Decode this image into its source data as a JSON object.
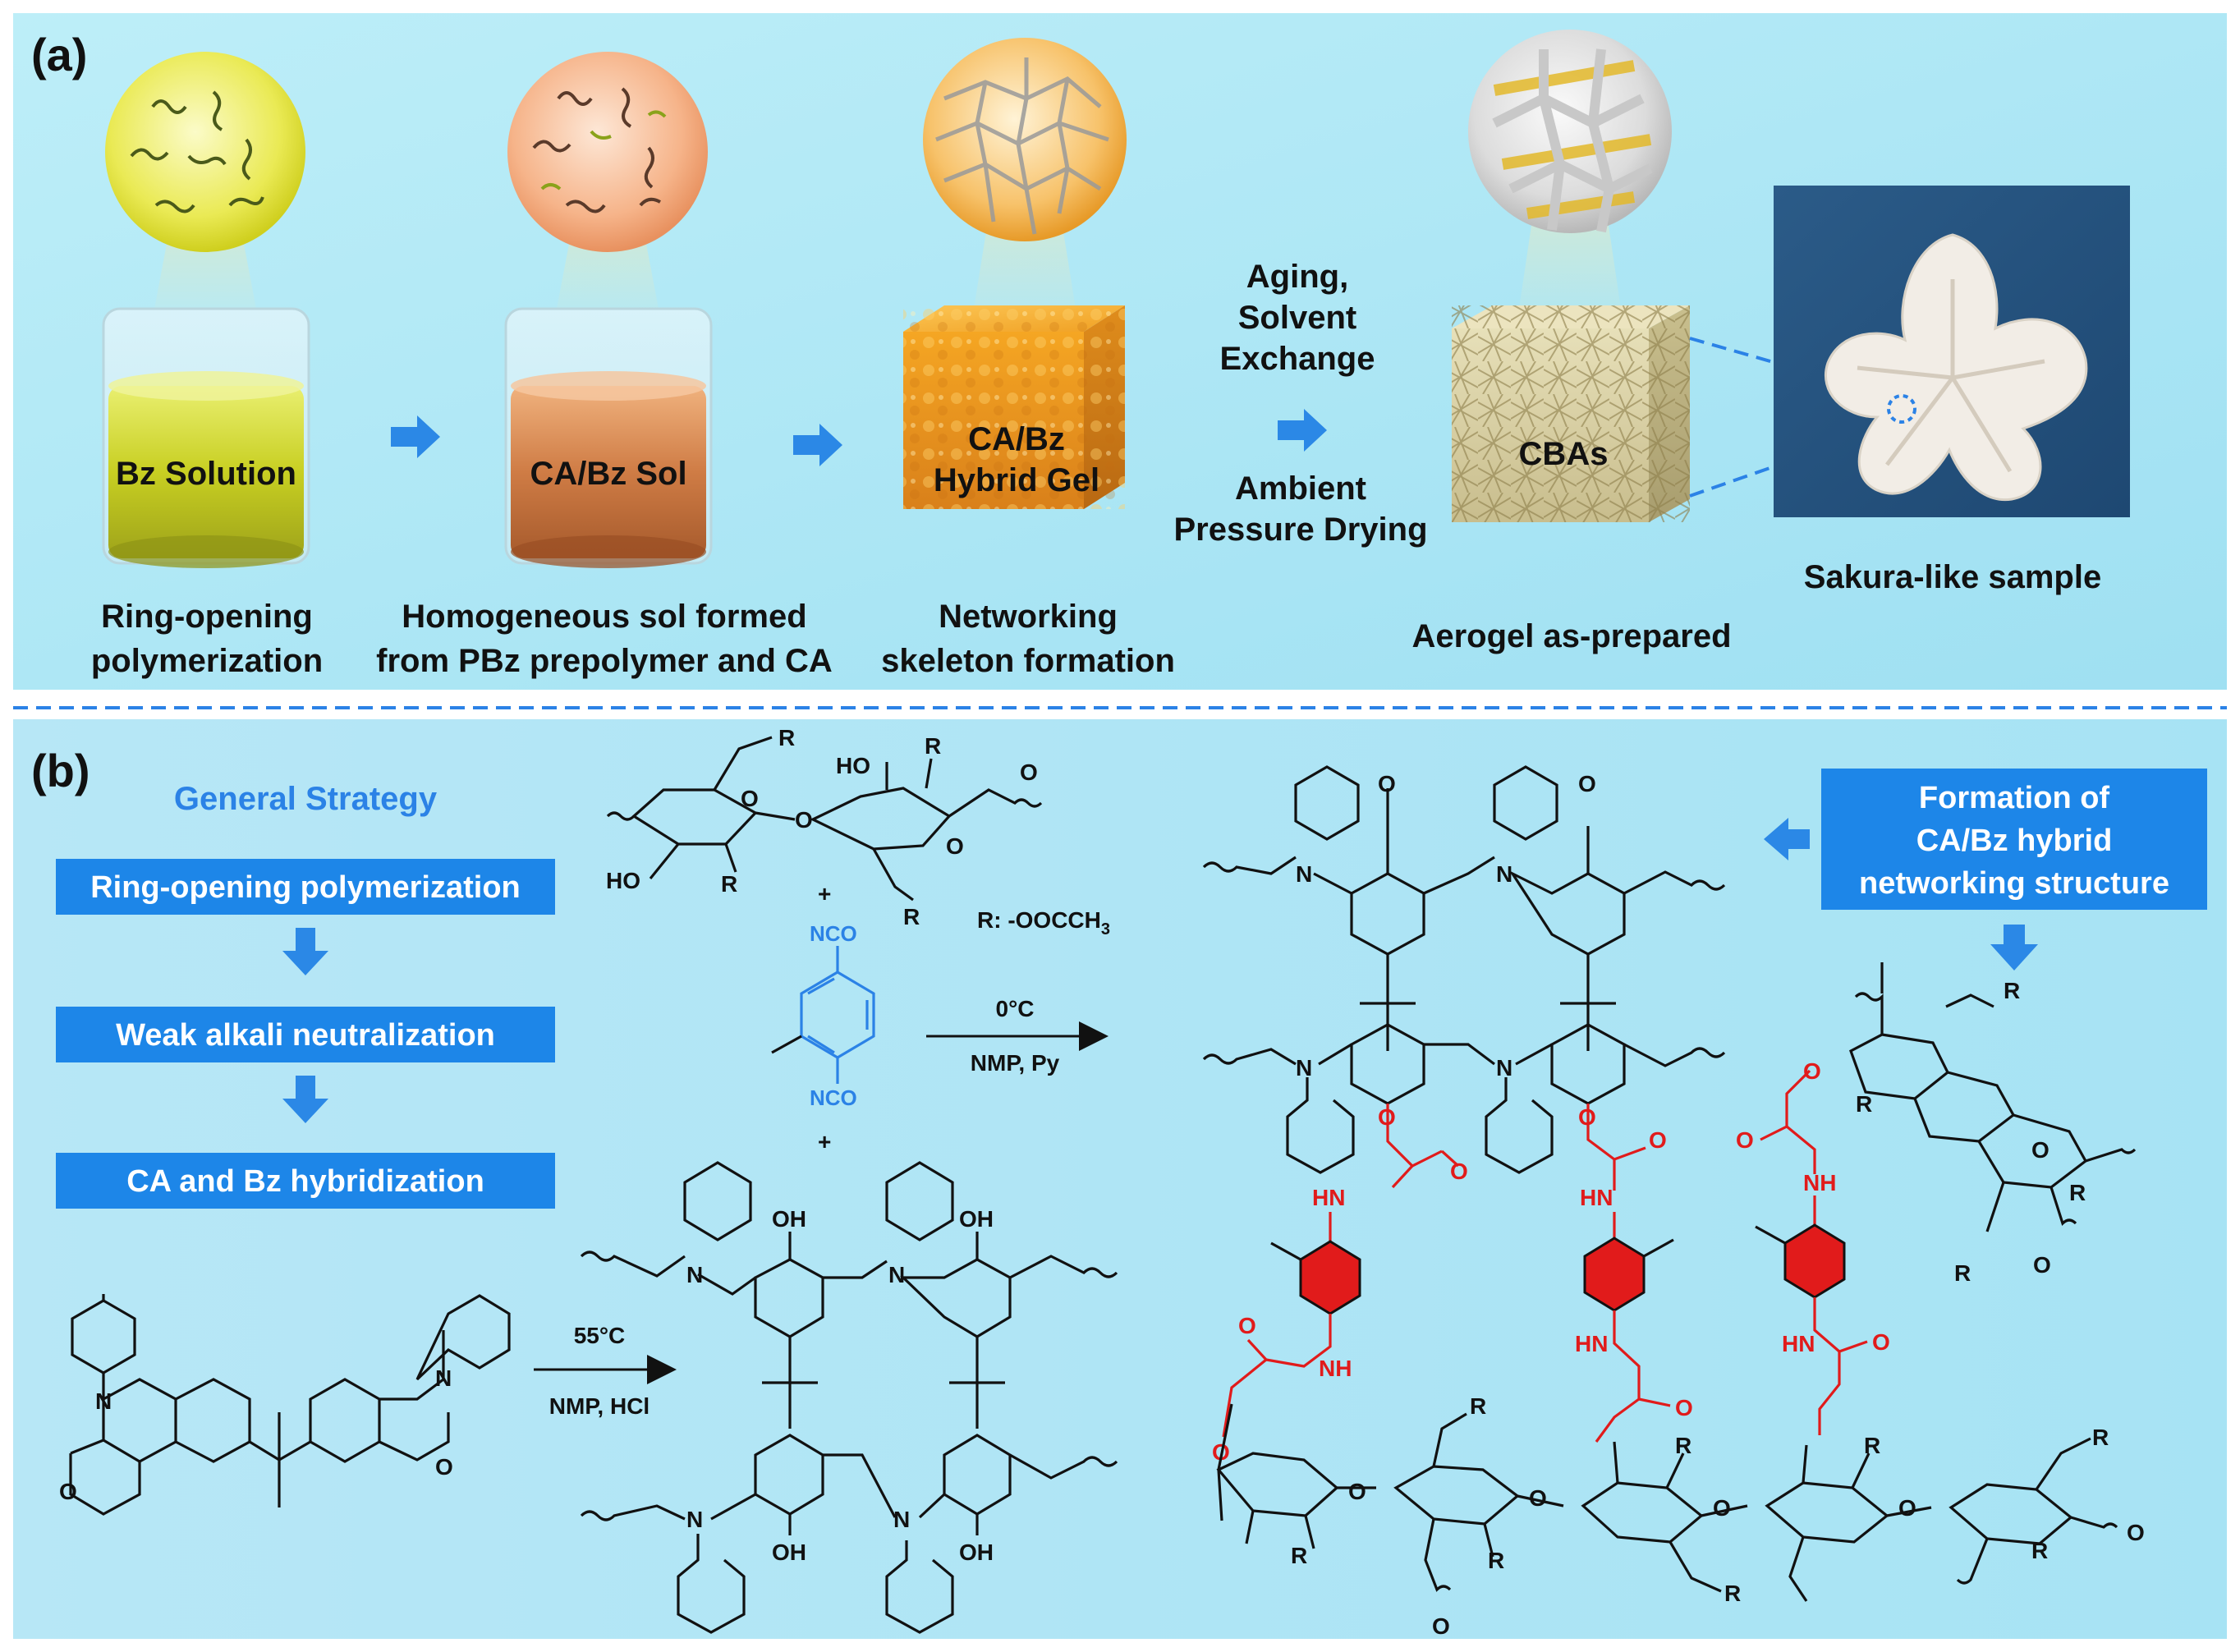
{
  "panel_a": {
    "label": "(a)",
    "liquid1": "Bz Solution",
    "liquid2": "CA/Bz Sol",
    "gel_line1": "CA/Bz",
    "gel_line2": "Hybrid Gel",
    "aerogel": "CBAs",
    "step1_line1": "Ring-opening",
    "step1_line2": "polymerization",
    "step2_line1": "Homogeneous sol formed",
    "step2_line2": "from PBz prepolymer and CA",
    "step3_line1": "Networking",
    "step3_line2": "skeleton formation",
    "process_line1": "Aging,",
    "process_line2": "Solvent",
    "process_line3": "Exchange",
    "process_line4": "Ambient",
    "process_line5": "Pressure Drying",
    "step4": "Aerogel as-prepared",
    "sample": "Sakura-like sample"
  },
  "panel_b": {
    "label": "(b)",
    "strategy_title": "General Strategy",
    "strategy_steps": [
      "Ring-opening polymerization",
      "Weak alkali neutralization",
      "CA and Bz hybridization"
    ],
    "formation_line1": "Formation of",
    "formation_line2": "CA/Bz hybrid",
    "formation_line3": "networking structure",
    "r_group": "R: -OOCCH",
    "r_group_sub": "3",
    "cond1_top": "0°C",
    "cond1_bottom": "NMP, Py",
    "cond2_top": "55°C",
    "cond2_bottom": "NMP, HCl",
    "atoms": {
      "R": "R",
      "O": "O",
      "HO": "HO",
      "OH": "OH",
      "N": "N",
      "HN": "HN",
      "NH": "NH",
      "NCO": "NCO",
      "plus": "+"
    }
  },
  "colors": {
    "panel_bg": "#a9e6f5",
    "box": "#1d86e8",
    "accent_blue": "#2b82e6",
    "red": "#e11b1b",
    "divider": "#2b82e6"
  }
}
